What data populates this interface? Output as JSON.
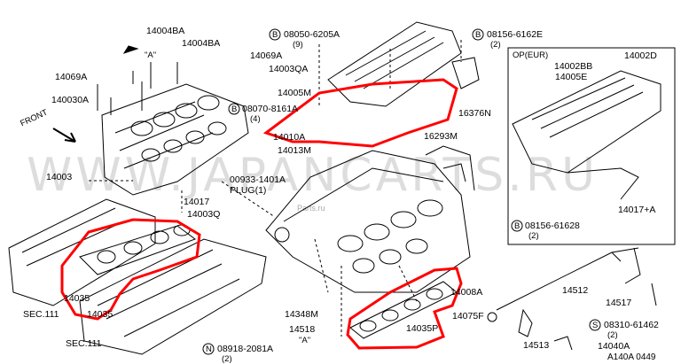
{
  "watermark": {
    "main": "WWW.JAPANCARTS.RU",
    "sub": "Parts.ru"
  },
  "labels": {
    "l14004BA_1": "14004BA",
    "l14004BA_2": "14004BA",
    "lA_top": "\"A\"",
    "l14069A_left": "14069A",
    "l14030A": "140030A",
    "l14069A_mid": "14069A",
    "l14003QA": "14003QA",
    "lFront": "FRONT",
    "l14003": "14003",
    "lB08050": "08050-6205A",
    "lB08050_q": "(9)",
    "lB08156_top": "08156-6162E",
    "lB08156_top_q": "(2)",
    "l14005M": "14005M",
    "lB08070": "08070-8161A",
    "lB08070_q": "(4)",
    "l16376N": "16376N",
    "l14010A": "14010A",
    "l16293M": "16293M",
    "l14013M": "14013M",
    "l00933": "00933-1401A",
    "lPlug": "PLUG(1)",
    "l14017": "14017",
    "l14003Q": "14003Q",
    "lOPEUR": "OP(EUR)",
    "l14002BB": "14002BB",
    "l14005E": "14005E",
    "l14002D": "14002D",
    "lB08156_box": "08156-61628",
    "lB08156_box_q": "(2)",
    "l14017A": "14017+A",
    "lSEC111_1": "SEC.111",
    "lSEC111_2": "SEC.111",
    "l14035": "14035",
    "l14035_2": "14035",
    "l14348M": "14348M",
    "l14518": "14518",
    "lA_bot": "\"A\"",
    "lN08918": "08918-2081A",
    "lN08918_q": "(2)",
    "l14008A": "14008A",
    "l14075F": "14075F",
    "l14035P": "14035P",
    "l14512": "14512",
    "l14517": "14517",
    "lS08310": "08310-61462",
    "lS08310_q": "(2)",
    "l14513": "14513",
    "l14040A": "14040A",
    "lB": "B",
    "lN": "N",
    "lS": "S"
  },
  "diagram_code": "A140A 0449",
  "colors": {
    "highlight": "#ff0000",
    "line": "#000000"
  }
}
